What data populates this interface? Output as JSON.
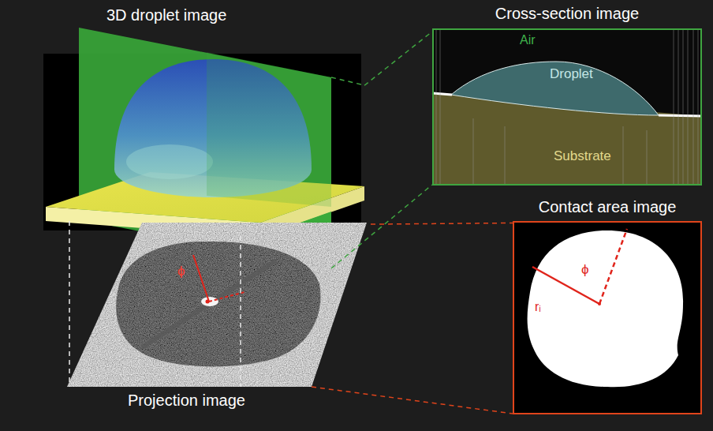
{
  "diagram": {
    "nodes": [
      {
        "text": [
          "3D droplet image"
        ]
      },
      {
        "text": [
          "Cross-section image",
          "Air",
          "Droplet",
          "Substrate"
        ]
      },
      {
        "text": [
          "ϕ",
          "Projection image"
        ]
      },
      {
        "text": [
          "Contact area image",
          "rᵢ",
          "ϕ"
        ]
      }
    ],
    "edges": [
      {
        "from": 0,
        "to": 1,
        "arrow": "none"
      },
      {
        "from": 0,
        "to": 2,
        "arrow": "none"
      },
      {
        "from": 2,
        "to": 3,
        "arrow": "none"
      }
    ]
  }
}
